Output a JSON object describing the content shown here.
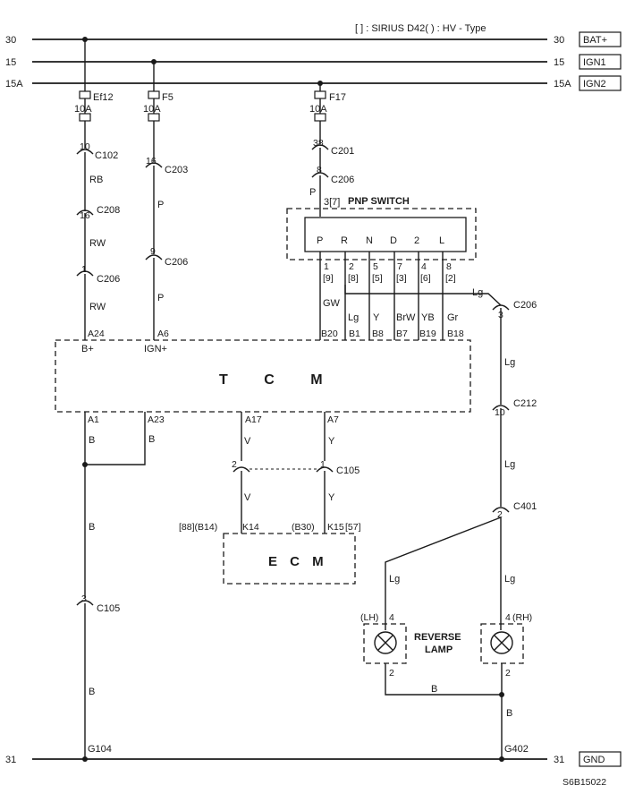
{
  "header": {
    "legend": "[ ] : SIRIUS D42( ) : HV - Type"
  },
  "rails": {
    "left": [
      "30",
      "15",
      "15A",
      "31"
    ],
    "right_num": [
      "30",
      "15",
      "15A",
      "31"
    ],
    "right_tag": [
      "BAT+",
      "IGN1",
      "IGN2",
      "GND"
    ]
  },
  "fuses": {
    "ef12": {
      "name": "Ef12",
      "rating": "10A"
    },
    "f5": {
      "name": "F5",
      "rating": "10A"
    },
    "f17": {
      "name": "F17",
      "rating": "10A"
    }
  },
  "connectors": {
    "c102": {
      "pin": "10",
      "name": "C102"
    },
    "c208": {
      "pin": "16",
      "name": "C208"
    },
    "c206_a": {
      "pin": "1",
      "name": "C206"
    },
    "c203": {
      "pin": "16",
      "name": "C203"
    },
    "c206_b": {
      "pin": "9",
      "name": "C206"
    },
    "c201": {
      "pin": "38",
      "name": "C201"
    },
    "c206_c": {
      "pin": "8",
      "name": "C206"
    },
    "c206_d": {
      "pin": "3",
      "name": "C206"
    },
    "c212": {
      "pin": "10",
      "name": "C212"
    },
    "c401": {
      "pin": "2",
      "name": "C401"
    },
    "c105_top_l": "2",
    "c105_top_r": "1",
    "c105_top_name": "C105",
    "c105_b": {
      "pin": "3",
      "name": "C105"
    }
  },
  "wires": {
    "rb": "RB",
    "rw1": "RW",
    "rw2": "RW",
    "p1": "P",
    "p2": "P",
    "p3": "P",
    "gw": "GW",
    "lg_top": "Lg",
    "pnp_colors": [
      "Lg",
      "Y",
      "BrW",
      "YB",
      "Gr"
    ],
    "b_a1": "B",
    "b_a23": "B",
    "b_main": "B",
    "b_low": "B",
    "v1": "V",
    "y1": "Y",
    "v2": "V",
    "y2": "Y",
    "lg1": "Lg",
    "lg2": "Lg",
    "lg_l": "Lg",
    "lg_r": "Lg",
    "b_lamp": "B",
    "b_g402": "B"
  },
  "pnp": {
    "title": "PNP SWITCH",
    "in_pin": "3[7]",
    "positions": [
      "P",
      "R",
      "N",
      "D",
      "2",
      "L"
    ],
    "pins": [
      "1",
      "2",
      "5",
      "7",
      "4",
      "8"
    ],
    "alt_pins": [
      "[9]",
      "[8]",
      "[5]",
      "[3]",
      "[6]",
      "[2]"
    ]
  },
  "tcm": {
    "title": "T C M",
    "top_pins": [
      "A24",
      "A6",
      "B20",
      "B1",
      "B8",
      "B7",
      "B19",
      "B18"
    ],
    "power_labels": [
      "B+",
      "IGN+"
    ],
    "bottom_pins": [
      "A1",
      "A23",
      "A17",
      "A7"
    ]
  },
  "ecm": {
    "title": "E C M",
    "left_pin": "[88](B14)",
    "left_pin_id": "K14",
    "right_pin_alt": "(B30)",
    "right_pin_id": "K15",
    "right_pin_bracket": "[57]"
  },
  "lamps": {
    "title_line1": "REVERSE",
    "title_line2": "LAMP",
    "lh": "(LH)",
    "rh": "(RH)",
    "pin_top": "4",
    "pin_bot": "2"
  },
  "grounds": {
    "g104": "G104",
    "g402": "G402"
  },
  "footer": {
    "code": "S6B15022"
  }
}
